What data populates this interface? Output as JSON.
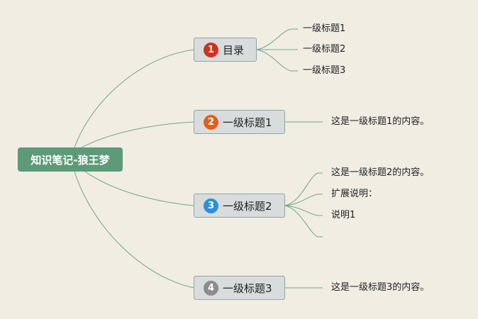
{
  "root": {
    "label": "知识笔记-狼王梦"
  },
  "topics": [
    {
      "number": "1",
      "label": "目录",
      "badge_color": "#d0321e",
      "children": [
        "一级标题1",
        "一级标题2",
        "一级标题3"
      ]
    },
    {
      "number": "2",
      "label": "一级标题1",
      "badge_color": "#e0611c",
      "children": [
        "这是一级标题1的内容。"
      ]
    },
    {
      "number": "3",
      "label": "一级标题2",
      "badge_color": "#2e8fd8",
      "children": [
        "这是一级标题2的内容。",
        "扩展说明：",
        "说明1",
        ""
      ]
    },
    {
      "number": "4",
      "label": "一级标题3",
      "badge_color": "#8c8c8c",
      "children": [
        "这是一级标题3的内容。"
      ]
    }
  ],
  "colors": {
    "background": "#f1ede3",
    "root": "#5d9a78",
    "line": "#6fa68a"
  }
}
